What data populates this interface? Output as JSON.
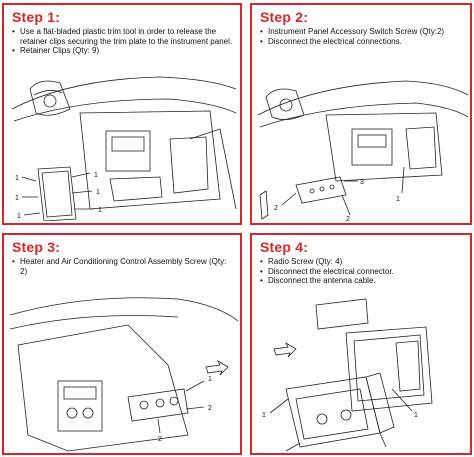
{
  "steps": [
    {
      "title": "Step 1:",
      "items": [
        "Use a flat-bladed plastic trim tool in order to release the retainer clips securing the trim plate to the instrument panel.",
        "Retainer Clips (Qty: 9)"
      ],
      "callouts": [
        "1"
      ]
    },
    {
      "title": "Step 2:",
      "items": [
        "Instrument Panel Accessory Switch Screw (Qty:2)",
        "Disconnect the electrical connections."
      ],
      "callouts": [
        "1",
        "2",
        "2",
        "3"
      ]
    },
    {
      "title": "Step 3:",
      "items": [
        "Heater and Air Conditioning Control Assembly Screw (Qty: 2)"
      ],
      "callouts": [
        "1",
        "2"
      ]
    },
    {
      "title": "Step 4:",
      "items": [
        "Radio Screw (Qty: 4)",
        "Disconnect the electrical connector.",
        "Disconnect the antenna cable."
      ],
      "callouts": [
        "1"
      ]
    }
  ],
  "colors": {
    "accent": "#d8262a",
    "line": "#222222"
  }
}
